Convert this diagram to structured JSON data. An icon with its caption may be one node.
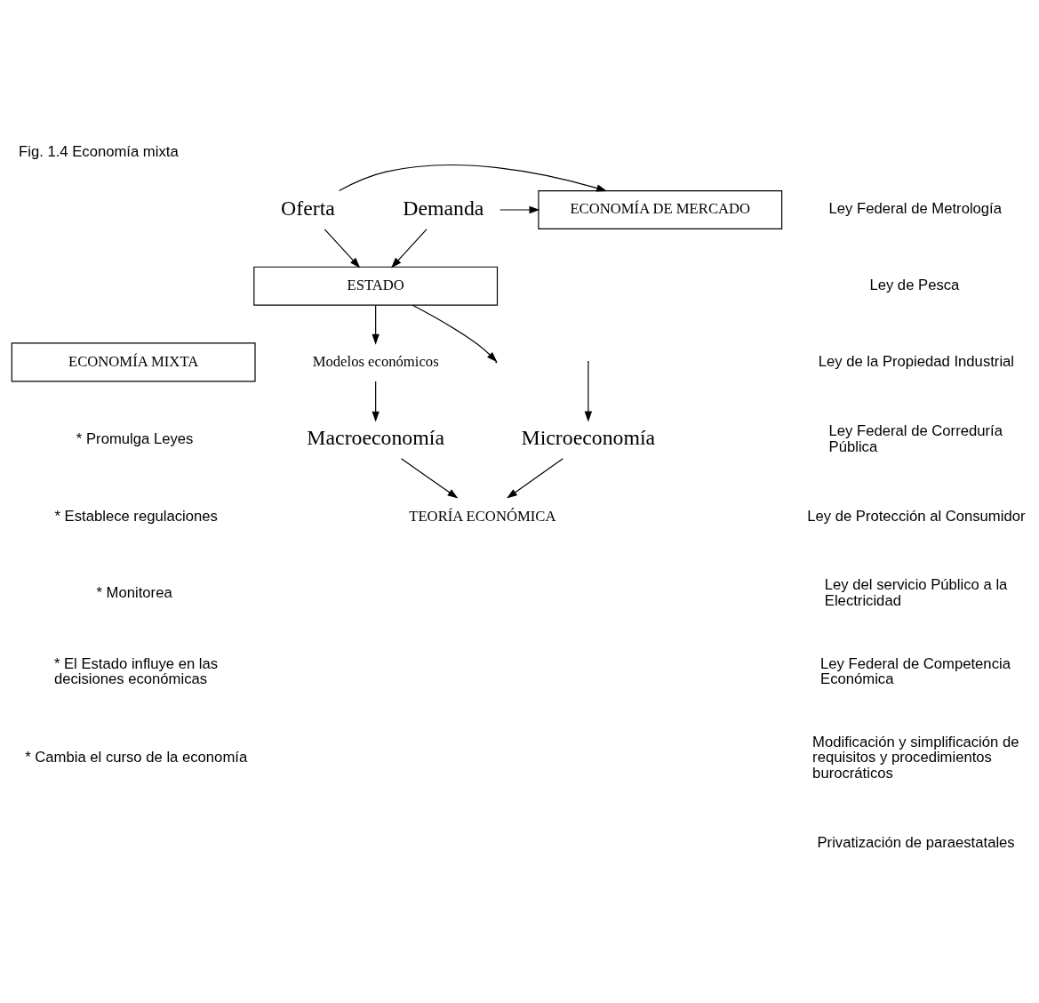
{
  "diagram": {
    "title": "Fig. 1.4 Economía mixta",
    "nodes": [
      {
        "text": [
          "Oferta"
        ]
      },
      {
        "text": [
          "ECONOMÍA DE MERCADO"
        ]
      },
      {
        "text": [
          "Demanda"
        ]
      },
      {
        "text": [
          "ESTADO"
        ]
      },
      {
        "text": [
          "ECONOMÍA MIXTA"
        ]
      },
      {
        "text": [
          "Modelos económicos"
        ]
      },
      {
        "text": [
          "Macroeconomía"
        ]
      },
      {
        "text": [
          "TEORÍA ECONÓMICA"
        ]
      },
      {
        "text": [
          "Microeconomía"
        ]
      }
    ],
    "edges": [
      {
        "from": 0,
        "to": 1,
        "arrow": "to"
      },
      {
        "from": 0,
        "to": 3,
        "arrow": "to"
      },
      {
        "from": 2,
        "to": 1,
        "arrow": "to"
      },
      {
        "from": 2,
        "to": 3,
        "arrow": "to"
      },
      {
        "from": 3,
        "to": null,
        "arrow": "to"
      },
      {
        "from": 3,
        "to": 5,
        "arrow": "to"
      },
      {
        "from": 5,
        "to": 6,
        "arrow": "to"
      },
      {
        "from": 6,
        "to": 7,
        "arrow": "to"
      },
      {
        "from": null,
        "to": 8,
        "arrow": "to"
      },
      {
        "from": 8,
        "to": 7,
        "arrow": "to"
      }
    ],
    "labels": [
      "Ley Federal de Metrología",
      "* Promulga Leyes",
      "Ley de Pesca",
      "* Establece regulaciones",
      "Ley de la Propiedad Industrial",
      "* Monitorea",
      "Ley Federal de Correduría Pública",
      "* El Estado influye en las decisiones económicas",
      "Ley de Protección al Consumidor",
      "* Cambia el curso de la economía",
      "Ley del servicio Público a la Electricidad",
      "Ley Federal de Competencia Económica",
      "Modificación y simplificación de requisitos y procedimientos burocráticos",
      "Privatización de paraestatales"
    ]
  }
}
